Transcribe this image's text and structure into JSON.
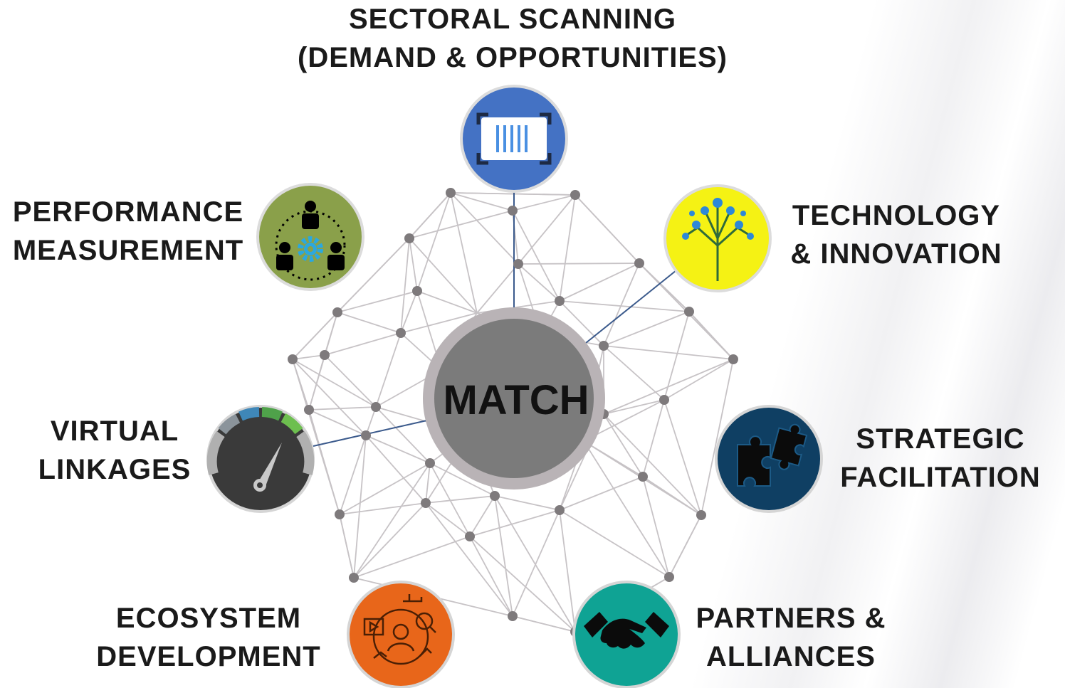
{
  "center": {
    "label": "MATCH"
  },
  "nodes": [
    {
      "id": "sectoral-scanning",
      "lines": [
        "SECTORAL SCANNING",
        "(DEMAND & OPPORTUNITIES)"
      ],
      "icon": "barcode-icon",
      "color": "#4472c4"
    },
    {
      "id": "technology-innovation",
      "lines": [
        "TECHNOLOGY",
        "& INNOVATION"
      ],
      "icon": "tech-tree-icon",
      "color": "#f5f214"
    },
    {
      "id": "strategic-facilitation",
      "lines": [
        "STRATEGIC",
        "FACILITATION"
      ],
      "icon": "puzzle-icon",
      "color": "#0f3f63"
    },
    {
      "id": "partners-alliances",
      "lines": [
        "PARTNERS &",
        "ALLIANCES"
      ],
      "icon": "handshake-icon",
      "color": "#0fa394"
    },
    {
      "id": "ecosystem-development",
      "lines": [
        "ECOSYSTEM",
        "DEVELOPMENT"
      ],
      "icon": "ecosystem-icon",
      "color": "#e8661a"
    },
    {
      "id": "virtual-linkages",
      "lines": [
        "VIRTUAL",
        "LINKAGES"
      ],
      "icon": "speedometer-icon",
      "color": "#3a3a3a"
    },
    {
      "id": "performance-measurement",
      "lines": [
        "PERFORMANCE",
        "MEASUREMENT"
      ],
      "icon": "team-gear-icon",
      "color": "#8aa04a"
    }
  ]
}
